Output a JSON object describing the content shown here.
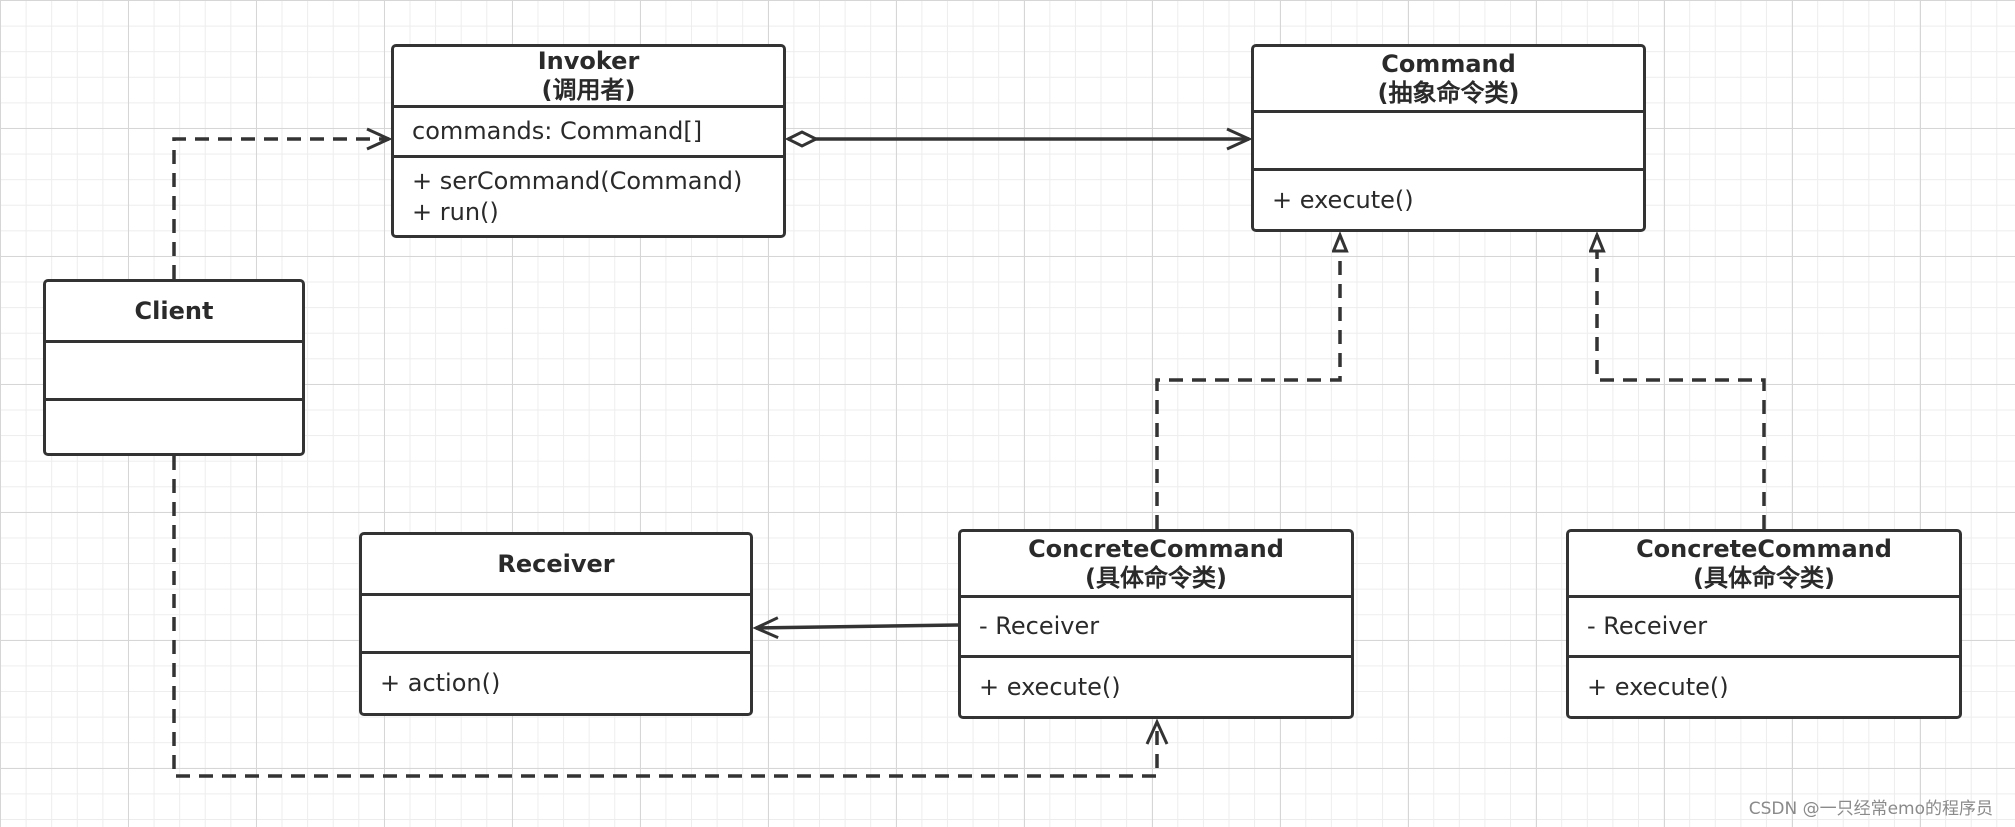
{
  "classes": {
    "invoker": {
      "name": "Invoker",
      "stereotype": "(调用者)",
      "attributes": [
        "commands: Command[]"
      ],
      "methods": [
        "+ serCommand(Command)",
        "+ run()"
      ]
    },
    "command": {
      "name": "Command",
      "stereotype": "(抽象命令类)",
      "attributes": [],
      "methods": [
        "+ execute()"
      ]
    },
    "client": {
      "name": "Client",
      "attributes": [],
      "methods": []
    },
    "receiver": {
      "name": "Receiver",
      "attributes": [],
      "methods": [
        "+ action()"
      ]
    },
    "concrete1": {
      "name": "ConcreteCommand",
      "stereotype": "(具体命令类)",
      "attributes": [
        "- Receiver"
      ],
      "methods": [
        "+ execute()"
      ]
    },
    "concrete2": {
      "name": "ConcreteCommand",
      "stereotype": "(具体命令类)",
      "attributes": [
        "- Receiver"
      ],
      "methods": [
        "+ execute()"
      ]
    }
  },
  "relations": [
    {
      "from": "client",
      "to": "invoker",
      "kind": "dependency"
    },
    {
      "from": "client",
      "to": "concrete1",
      "kind": "dependency"
    },
    {
      "from": "invoker",
      "to": "command",
      "kind": "aggregation"
    },
    {
      "from": "concrete1",
      "to": "command",
      "kind": "realization"
    },
    {
      "from": "concrete2",
      "to": "command",
      "kind": "realization"
    },
    {
      "from": "concrete1",
      "to": "receiver",
      "kind": "association"
    }
  ],
  "colors": {
    "line": "#333333",
    "grid_major": "#d6d6d6",
    "grid_minor": "#ededed"
  },
  "watermark": "CSDN @一只经常emo的程序员"
}
